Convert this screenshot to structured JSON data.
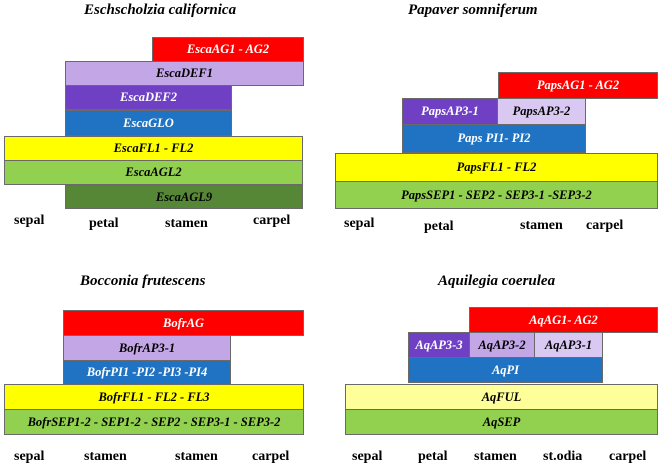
{
  "colors": {
    "red": "#ff0000",
    "lavender": "#c3a6e6",
    "light_lavender": "#d9c8f2",
    "purple": "#7040c4",
    "blue": "#1f73c2",
    "yellow": "#ffff00",
    "green": "#92d050",
    "dark_green": "#558737",
    "cream": "#ffff99"
  },
  "panels": [
    {
      "title": "Eschscholzia californica",
      "bars": [
        "EscaAG1 - AG2",
        "EscaDEF1",
        "EscaDEF2",
        "EscaGLO",
        "EscaFL1 - FL2",
        "EscaAGL2",
        "EscaAGL9"
      ],
      "organs": [
        "sepal",
        "petal",
        "stamen",
        "carpel"
      ]
    },
    {
      "title": "Papaver somniferum",
      "bars": [
        "PapsAG1 - AG2",
        "PapsAP3-1",
        "PapsAP3-2",
        "Paps PI1- PI2",
        "PapsFL1 - FL2",
        "PapsSEP1 - SEP2 - SEP3-1 -SEP3-2"
      ],
      "organs": [
        "sepal",
        "petal",
        "stamen",
        "carpel"
      ]
    },
    {
      "title": "Bocconia frutescens",
      "bars": [
        "BofrAG",
        "BofrAP3-1",
        "BofrPI1 -PI2 -PI3 -PI4",
        "BofrFL1 - FL2 - FL3",
        "BofrSEP1-2 - SEP1-2 - SEP2 - SEP3-1 - SEP3-2"
      ],
      "organs": [
        "sepal",
        "stamen",
        "stamen",
        "carpel"
      ]
    },
    {
      "title": "Aquilegia coerulea",
      "bars": [
        "AqAG1- AG2",
        "AqAP3-3",
        "AqAP3-2",
        "AqAP3-1",
        "AqPI",
        "AqFUL",
        "AqSEP"
      ],
      "organs": [
        "sepal",
        "petal",
        "stamen",
        "st.odia",
        "carpel"
      ]
    }
  ]
}
